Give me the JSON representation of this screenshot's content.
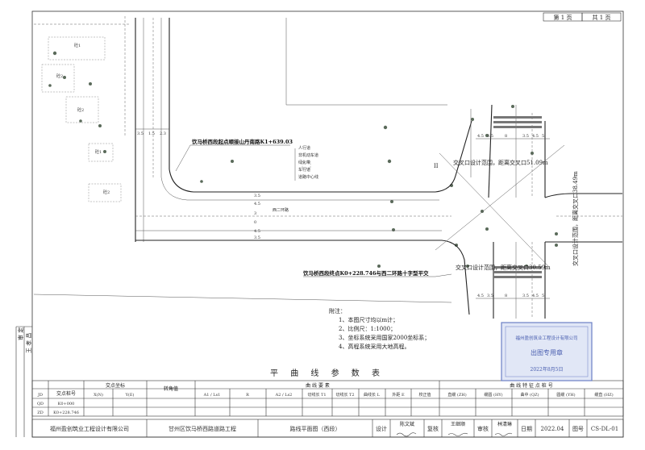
{
  "page": {
    "page_no": "第 1 页",
    "page_total": "共 1 页"
  },
  "plan": {
    "annot_north": "饮马桥西段起点顺接山丹南路K1+639.03",
    "annot_south": "饮马桥西段终点K0+228.746与西二环路十字型平交",
    "annot_ne": "交叉口设计范围，距离交叉口51.09m",
    "annot_se": "交叉口设计范围，距离交叉口30.59m",
    "annot_vertical": "交叉口设计范围，距离交叉口38.49m",
    "legend": [
      "人行道",
      "非机动车道",
      "绿化带",
      "车行道",
      "道路中心线"
    ],
    "building_labels": [
      "砼1",
      "砼2",
      "砼2",
      "砼1",
      "砼2"
    ],
    "dims_top": [
      "3.5",
      "1.5",
      "2.3"
    ],
    "dims_vert": [
      "3.5",
      "4.5",
      "3",
      "0",
      "4.5",
      "3.5"
    ],
    "dims_right_top": [
      "4.5",
      "3.5",
      "8",
      "3.5",
      "4.5",
      "5"
    ],
    "dims_right_bot": [
      "4.5",
      "3.5",
      "8",
      "3.5",
      "4.5",
      "5"
    ],
    "road_name_mark": "西二环路",
    "mark_ii": "II"
  },
  "notes": {
    "heading": "附注：",
    "items": [
      "1、本图尺寸均以m计；",
      "2、比例尺：1:1000；",
      "3、坐标系统采用国家2000坐标系；",
      "4、高程系统采用大地高程。"
    ]
  },
  "curve_table": {
    "title": "平 曲 线 参 数 表",
    "row_labels": [
      "JD",
      "QD",
      "ZD"
    ],
    "col_headers": {
      "jd_no": "交点桩号",
      "coord_group": "交点坐标",
      "x": "X(N)",
      "y": "Y(E)",
      "angle": "转角值",
      "curve_group": "曲 线 要 素",
      "a1": "A1 / Ls1",
      "r": "R",
      "a2": "A2 / Ls2",
      "t1": "切线长 T1",
      "t2": "切线长 T2",
      "l": "曲线长 L",
      "e": "外距 E",
      "j": "校正值",
      "feature_group": "曲 线 特 征 点 桩 号",
      "zh": "直缓 (ZH)",
      "hy": "缓圆 (HY)",
      "qz": "曲中 (QZ)",
      "yh": "圆缓 (YH)",
      "hz": "缓直 (HZ)"
    },
    "rows": [
      {
        "jd_no": "K0+000"
      },
      {
        "jd_no": "K0+228.746"
      }
    ]
  },
  "side": {
    "approval": "审 定",
    "stamp_name": "王 孝 昌"
  },
  "title_block": {
    "company": "福州盈创筑业工程设计有限公司",
    "project": "甘州区饮马桥西路道路工程",
    "drawing": "路线平面图（西段）",
    "design_label": "设计",
    "designer": "陈文斌",
    "check_label": "复核",
    "checker": "王继顺",
    "review_label": "审核",
    "reviewer": "林清琳",
    "date_label": "日期",
    "date": "2022.04",
    "drawing_no_label": "图号",
    "drawing_no": "CS-DL-01"
  },
  "stamp": {
    "lines": [
      "福州盈创筑业工程设计有限公司",
      "出图专用章",
      "2022年8月5日"
    ]
  }
}
